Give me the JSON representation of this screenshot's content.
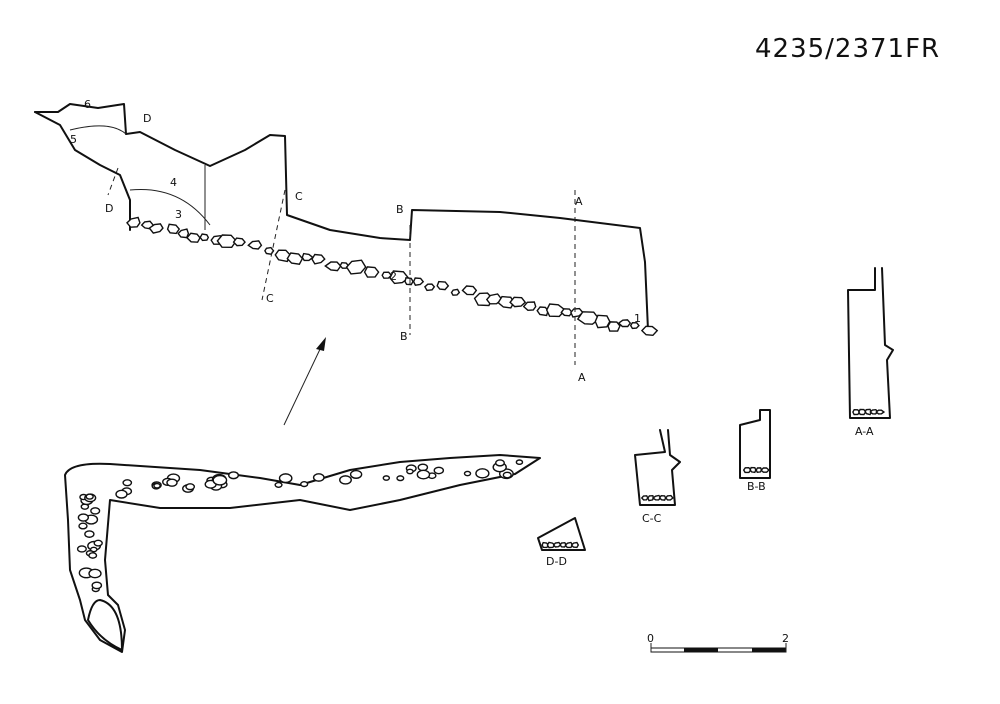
{
  "drawing_id": "4235/2371FR",
  "layers": {
    "l1": "1",
    "l2": "2",
    "l3": "3",
    "l4": "4",
    "l5": "5",
    "l6": "6"
  },
  "cuts": {
    "a": "A",
    "b": "B",
    "c": "C",
    "d": "D"
  },
  "sections": {
    "aa": "A-A",
    "bb": "B-B",
    "cc": "C-C",
    "dd": "D-D"
  },
  "scale": {
    "start": "0",
    "end": "2"
  }
}
